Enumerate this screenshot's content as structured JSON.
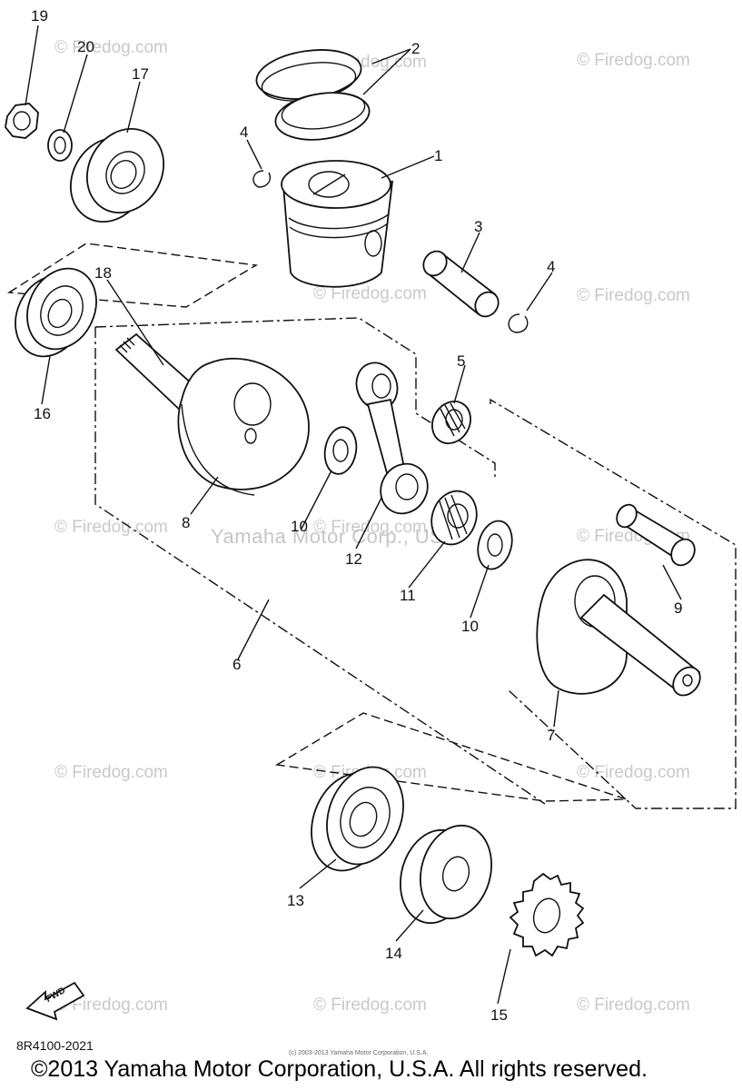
{
  "watermarks": {
    "firedog": "© Firedog.com",
    "firedog_short": "Firedog.com",
    "yamaha": "Yamaha Motor Corp., USA"
  },
  "parts": {
    "p1": "1",
    "p2": "2",
    "p3": "3",
    "p4a": "4",
    "p4b": "4",
    "p5": "5",
    "p6": "6",
    "p7": "7",
    "p8": "8",
    "p9": "9",
    "p10a": "10",
    "p10b": "10",
    "p11": "11",
    "p12": "12",
    "p13": "13",
    "p14": "14",
    "p15": "15",
    "p16": "16",
    "p17": "17",
    "p18": "18",
    "p19": "19",
    "p20": "20"
  },
  "fwd_label": "FWD",
  "diagram_code": "8R4100-2021",
  "small_copyright": "(c) 2003-2013 Yamaha Motor Corporation, U.S.A.",
  "copyright": "©2013 Yamaha Motor Corporation, U.S.A. All rights reserved."
}
